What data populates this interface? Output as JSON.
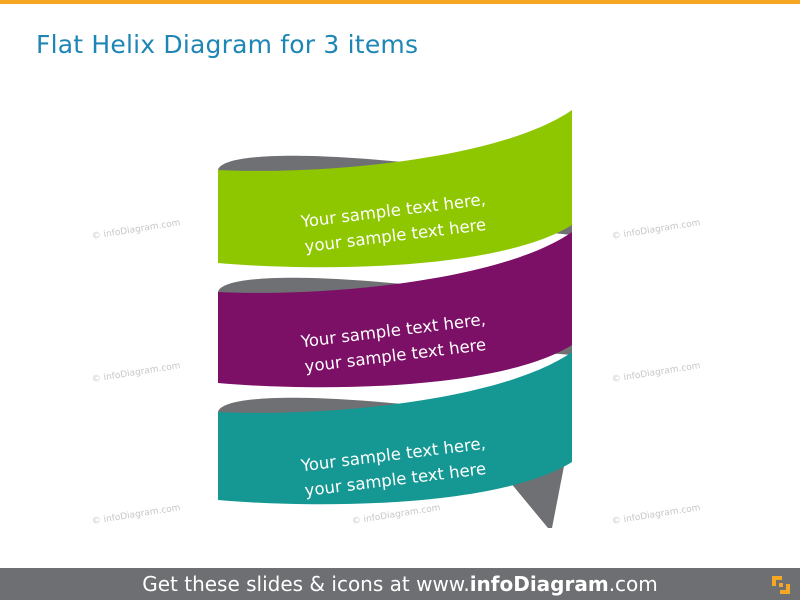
{
  "title": "Flat Helix Diagram for 3 items",
  "watermark": "© infoDiagram.com",
  "colors": {
    "band1": "#8ec700",
    "band2": "#7c0f66",
    "band3": "#159893",
    "inner": "#6f7073",
    "accent": "#f5a623",
    "title": "#1e86b4",
    "footer_bg": "#6e6f73"
  },
  "items": [
    {
      "line1": "Your sample text here,",
      "line2": "your sample text here"
    },
    {
      "line1": "Your sample text here,",
      "line2": "your sample text here"
    },
    {
      "line1": "Your sample text here,",
      "line2": "your sample text here"
    }
  ],
  "footer": {
    "prefix": "Get these slides & icons at www.",
    "brand": "infoDiagram",
    "suffix": ".com"
  },
  "logo_icon": "infodiagram-logo-icon"
}
